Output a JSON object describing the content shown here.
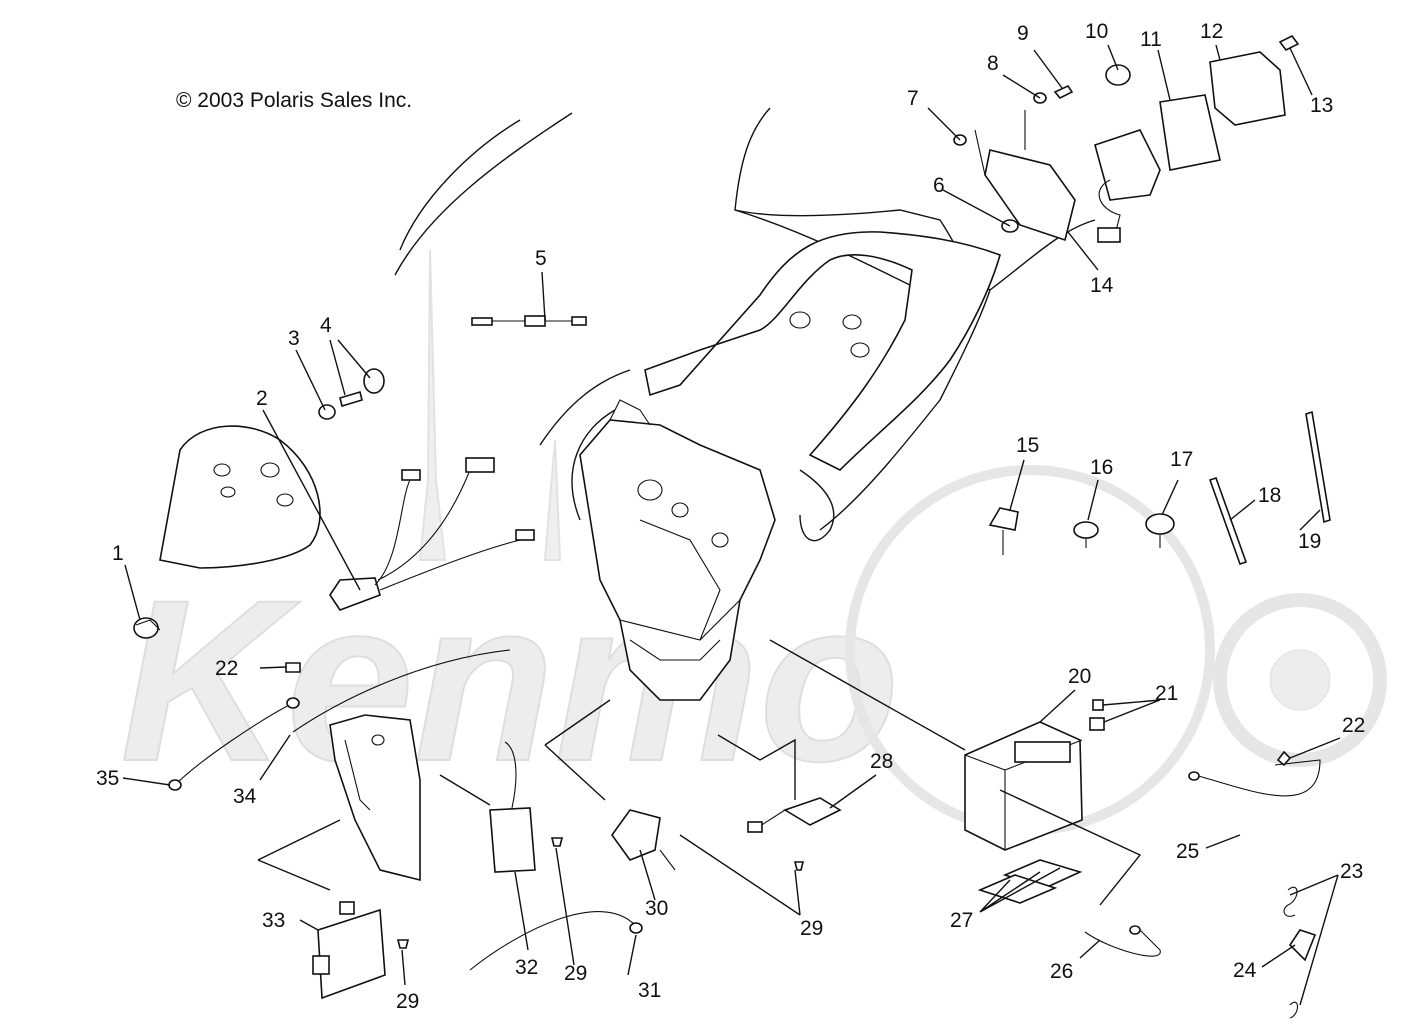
{
  "copyright": "© 2003 Polaris Sales Inc.",
  "watermark_text": "Kenmo",
  "callouts": [
    {
      "id": "c1",
      "text": "1"
    },
    {
      "id": "c2",
      "text": "2"
    },
    {
      "id": "c3",
      "text": "3"
    },
    {
      "id": "c4",
      "text": "4"
    },
    {
      "id": "c5",
      "text": "5"
    },
    {
      "id": "c6",
      "text": "6"
    },
    {
      "id": "c7",
      "text": "7"
    },
    {
      "id": "c8",
      "text": "8"
    },
    {
      "id": "c9",
      "text": "9"
    },
    {
      "id": "c10",
      "text": "10"
    },
    {
      "id": "c11",
      "text": "11"
    },
    {
      "id": "c12",
      "text": "12"
    },
    {
      "id": "c13",
      "text": "13"
    },
    {
      "id": "c14",
      "text": "14"
    },
    {
      "id": "c15",
      "text": "15"
    },
    {
      "id": "c16",
      "text": "16"
    },
    {
      "id": "c17",
      "text": "17"
    },
    {
      "id": "c18",
      "text": "18"
    },
    {
      "id": "c19",
      "text": "19"
    },
    {
      "id": "c20",
      "text": "20"
    },
    {
      "id": "c21",
      "text": "21"
    },
    {
      "id": "c22a",
      "text": "22"
    },
    {
      "id": "c22b",
      "text": "22"
    },
    {
      "id": "c23",
      "text": "23"
    },
    {
      "id": "c24",
      "text": "24"
    },
    {
      "id": "c25",
      "text": "25"
    },
    {
      "id": "c26",
      "text": "26"
    },
    {
      "id": "c27",
      "text": "27"
    },
    {
      "id": "c28",
      "text": "28"
    },
    {
      "id": "c29a",
      "text": "29"
    },
    {
      "id": "c29b",
      "text": "29"
    },
    {
      "id": "c29c",
      "text": "29"
    },
    {
      "id": "c30",
      "text": "30"
    },
    {
      "id": "c31",
      "text": "31"
    },
    {
      "id": "c32",
      "text": "32"
    },
    {
      "id": "c33",
      "text": "33"
    },
    {
      "id": "c34",
      "text": "34"
    },
    {
      "id": "c35",
      "text": "35"
    }
  ]
}
